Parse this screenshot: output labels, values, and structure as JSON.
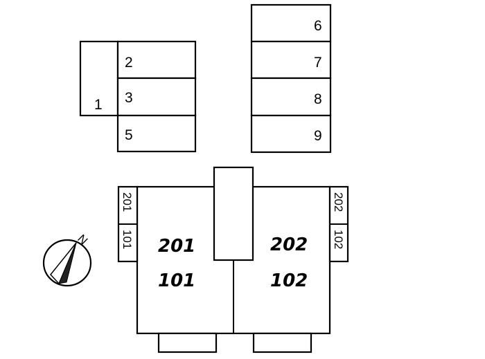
{
  "parking": {
    "left_group": [
      "1",
      "2",
      "3",
      "5"
    ],
    "right_group": [
      "6",
      "7",
      "8",
      "9"
    ]
  },
  "building": {
    "units": {
      "left_upper": "201",
      "left_lower": "101",
      "right_upper": "202",
      "right_lower": "102"
    },
    "mailboxes": {
      "left": [
        "201",
        "101"
      ],
      "right": [
        "202",
        "102"
      ]
    }
  },
  "compass": {
    "label": "N"
  }
}
